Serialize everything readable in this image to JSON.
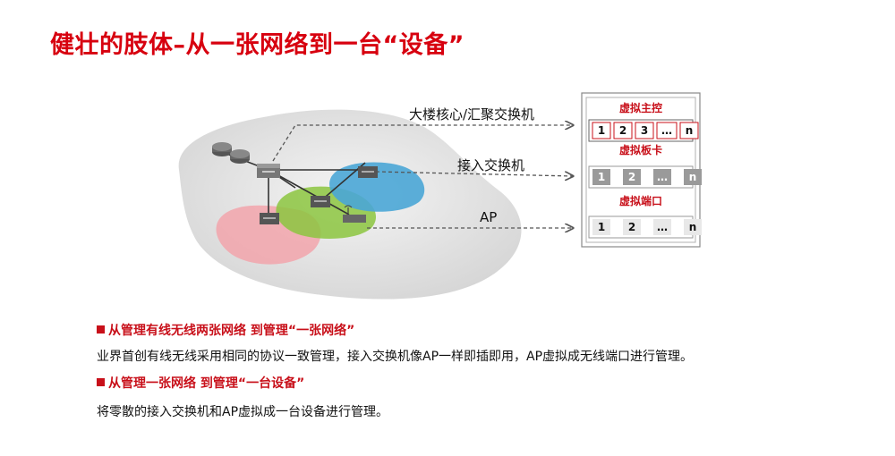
{
  "title": "健壮的肢体–从一张网络到一台“设备”",
  "diagram": {
    "labels": {
      "core": "大楼核心/汇聚交换机",
      "access": "接入交换机",
      "ap": "AP"
    },
    "panel": {
      "main_control": {
        "title": "虚拟主控",
        "cells": [
          "1",
          "2",
          "3",
          "…",
          "n"
        ]
      },
      "board": {
        "title": "虚拟板卡",
        "cells": [
          "1",
          "2",
          "…",
          "n"
        ]
      },
      "port": {
        "title": "虚拟端口",
        "cells": [
          "1",
          "2",
          "…",
          "n"
        ]
      }
    },
    "colors": {
      "accent": "#d7000f",
      "blue_area": "#4aa6d6",
      "green_area": "#8cc63f",
      "pink_area": "#f2a5ab",
      "platform": "#e6e6e6"
    }
  },
  "bullets": [
    {
      "heading": "从管理有线无线两张网络  到管理“一张网络”",
      "text": "业界首创有线无线采用相同的协议一致管理，接入交换机像AP一样即插即用，AP虚拟成无线端口进行管理。"
    },
    {
      "heading": "从管理一张网络  到管理“一台设备”",
      "text": "将零散的接入交换机和AP虚拟成一台设备进行管理。"
    }
  ]
}
